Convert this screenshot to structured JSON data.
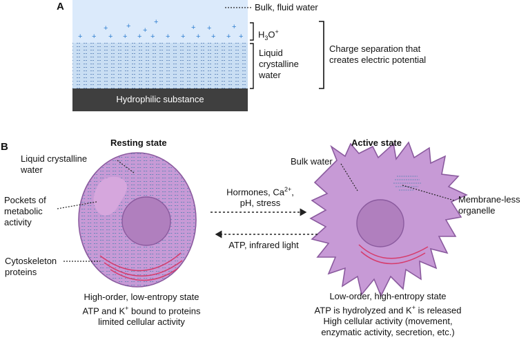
{
  "panel_a": {
    "letter": "A",
    "bulk_label": "Bulk, fluid water",
    "h3o_label": "H3O+",
    "liquid_crystalline_label": [
      "Liquid",
      "crystalline",
      "water"
    ],
    "charge_label": [
      "Charge separation that",
      "creates electric potential"
    ],
    "substrate_label": "Hydrophilic substance",
    "plus_glyph": "+",
    "colors": {
      "bulk": "#dbeafb",
      "lcw": "#c9def3",
      "substrate": "#3f3f3f",
      "plus": "#2f7fd0"
    }
  },
  "panel_b": {
    "letter": "B",
    "resting_title": "Resting state",
    "active_title": "Active state",
    "resting_labels": {
      "lcw": [
        "Liquid crystalline",
        "water"
      ],
      "pockets": [
        "Pockets of",
        "metabolic",
        "activity"
      ],
      "cytoskeleton": [
        "Cytoskeleton",
        "proteins"
      ]
    },
    "active_labels": {
      "bulk_water": "Bulk water",
      "organelle": [
        "Membrane-less",
        "organelle"
      ]
    },
    "arrow_forward": [
      "Hormones, Ca2+,",
      "pH, stress"
    ],
    "arrow_back": "ATP, infrared light",
    "resting_caption": [
      "High-order, low-entropy state",
      "ATP and K+ bound to proteins",
      "limited cellular activity"
    ],
    "active_caption": [
      "Low-order, high-entropy state",
      "ATP is hydrolyzed and K+ is released",
      "High cellular activity (movement,",
      "enzymatic activity, secretion, etc.)"
    ],
    "colors": {
      "cell_fill": "#c79ad6",
      "cell_stroke": "#8a5a9e",
      "nucleus": "#b07fbe",
      "cytoskeleton": "#d63b6b",
      "dash": "#6a8fc0"
    }
  }
}
